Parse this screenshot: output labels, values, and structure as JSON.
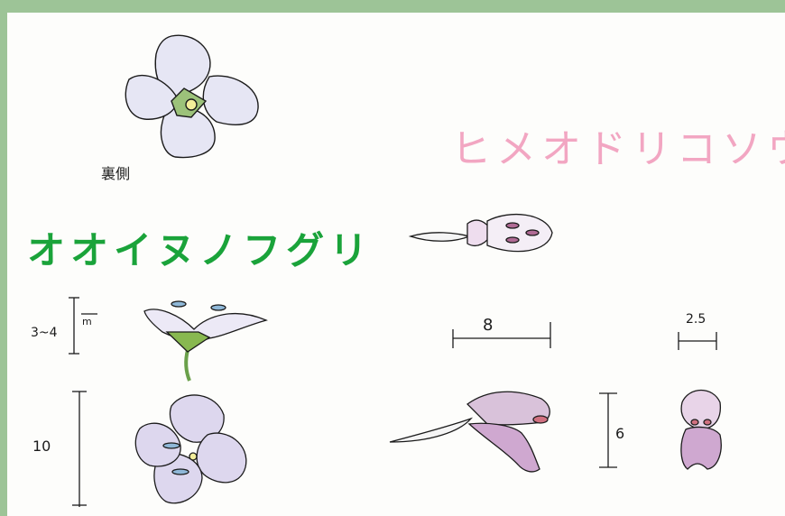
{
  "labels": {
    "back_view": "裏側",
    "species_left": "オオイヌノフグリ",
    "species_right": "ヒメオドリコソウ",
    "dim_height_small": "3~4",
    "dim_unit_small": "m",
    "dim_height_large": "10",
    "dim_width_8": "8",
    "dim_height_6": "6",
    "dim_width_2_5": "2.5"
  },
  "colors": {
    "background_frame": "#9dc497",
    "paper": "#fdfdfb",
    "label_left": "#1aa33a",
    "label_right": "#f2a6c2",
    "ink": "#1b1b1b",
    "petal_lavender": "#e6e6f4",
    "petal_pink": "#eeddee",
    "stem_green": "#6aa04a",
    "stamen_blue": "#8fb8d8",
    "calyx_green": "#88b850"
  },
  "icons": [
    "four-petal-flower-back-icon",
    "side-flower-icon",
    "front-flower-icon",
    "lamium-top-icon",
    "lamium-side-icon",
    "lamium-front-icon"
  ]
}
